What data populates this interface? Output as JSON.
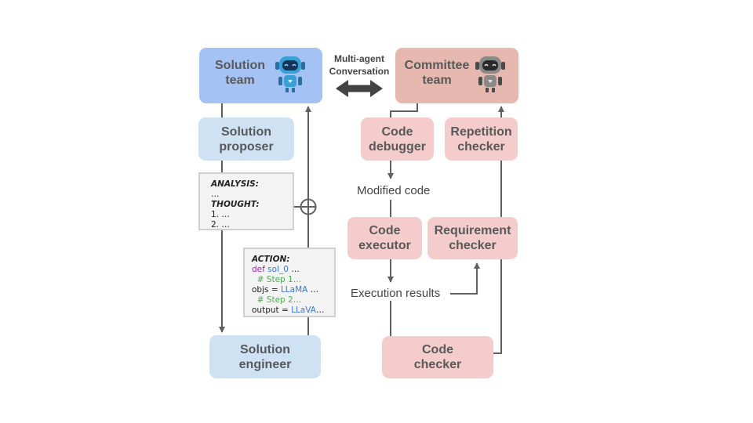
{
  "conversation_label": "Multi-agent\nConversation",
  "solution_team": {
    "label": "Solution\nteam",
    "robot_icon": "robot-blue-icon"
  },
  "committee_team": {
    "label": "Committee\nteam",
    "robot_icon": "robot-gray-icon"
  },
  "solution_proposer": "Solution\nproposer",
  "solution_engineer": "Solution\nengineer",
  "code_debugger": "Code\ndebugger",
  "repetition_checker": "Repetition\nchecker",
  "code_executor": "Code\nexecutor",
  "requirement_checker": "Requirement\nchecker",
  "code_checker": "Code\nchecker",
  "modified_code": "Modified code",
  "execution_results": "Execution results",
  "analysis_box": {
    "analysis_kw": "ANALYSIS:",
    "dots": "…",
    "thought_kw": "THOUGHT:",
    "item1": "1. …",
    "item2": "2. …"
  },
  "action_box": {
    "action_kw": "ACTION:",
    "def_kw": "def",
    "fn_name": "sol_0",
    "fn_rest": " …",
    "step1": "  # Step 1…",
    "objs_prefix": "objs = ",
    "llama": "LLaMA",
    "objs_rest": " …",
    "step2": "  # Step 2…",
    "output_prefix": "output = ",
    "llava": "LLaVA",
    "output_rest": "…"
  },
  "colors": {
    "solution_team": "#a4c2f4",
    "committee_team": "#e6b8af",
    "solution_agents": "#cfe2f3",
    "committee_agents": "#f4cccc",
    "connectors": "#5f5f5f"
  }
}
